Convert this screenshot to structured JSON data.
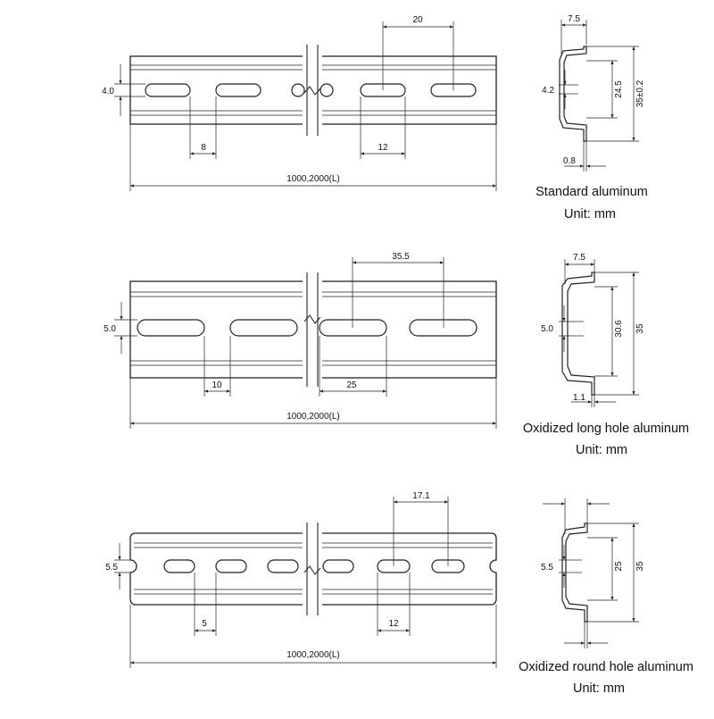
{
  "rails": [
    {
      "name": "standard",
      "caption": "Standard aluminum",
      "unit": "Unit: mm",
      "length_label": "1000,2000(L)",
      "hole_pitch_label": "20",
      "hole_gap_label": "8",
      "hole_length_label": "12",
      "hole_width_label": "4.0",
      "profile_width_label": "7.5",
      "profile_inner_label": "24.5",
      "profile_height_label": "35±0.2",
      "profile_hole_label": "4.2",
      "profile_thickness_label": "0.8"
    },
    {
      "name": "long-hole",
      "caption": "Oxidized long hole aluminum",
      "unit": "Unit: mm",
      "length_label": "1000,2000(L)",
      "hole_pitch_label": "35.5",
      "hole_gap_label": "10",
      "hole_length_label": "25",
      "hole_width_label": "5.0",
      "profile_width_label": "7.5",
      "profile_inner_label": "30.6",
      "profile_height_label": "35",
      "profile_hole_label": "5.0",
      "profile_thickness_label": "1.1"
    },
    {
      "name": "round-hole",
      "caption": "Oxidized round hole aluminum",
      "unit": "Unit: mm",
      "length_label": "1000,2000(L)",
      "hole_pitch_label": "17.1",
      "hole_gap_label": "5",
      "hole_length_label": "12",
      "hole_width_label": "5.5",
      "profile_inner_label": "25",
      "profile_height_label": "35",
      "profile_hole_label": "5.5"
    }
  ]
}
